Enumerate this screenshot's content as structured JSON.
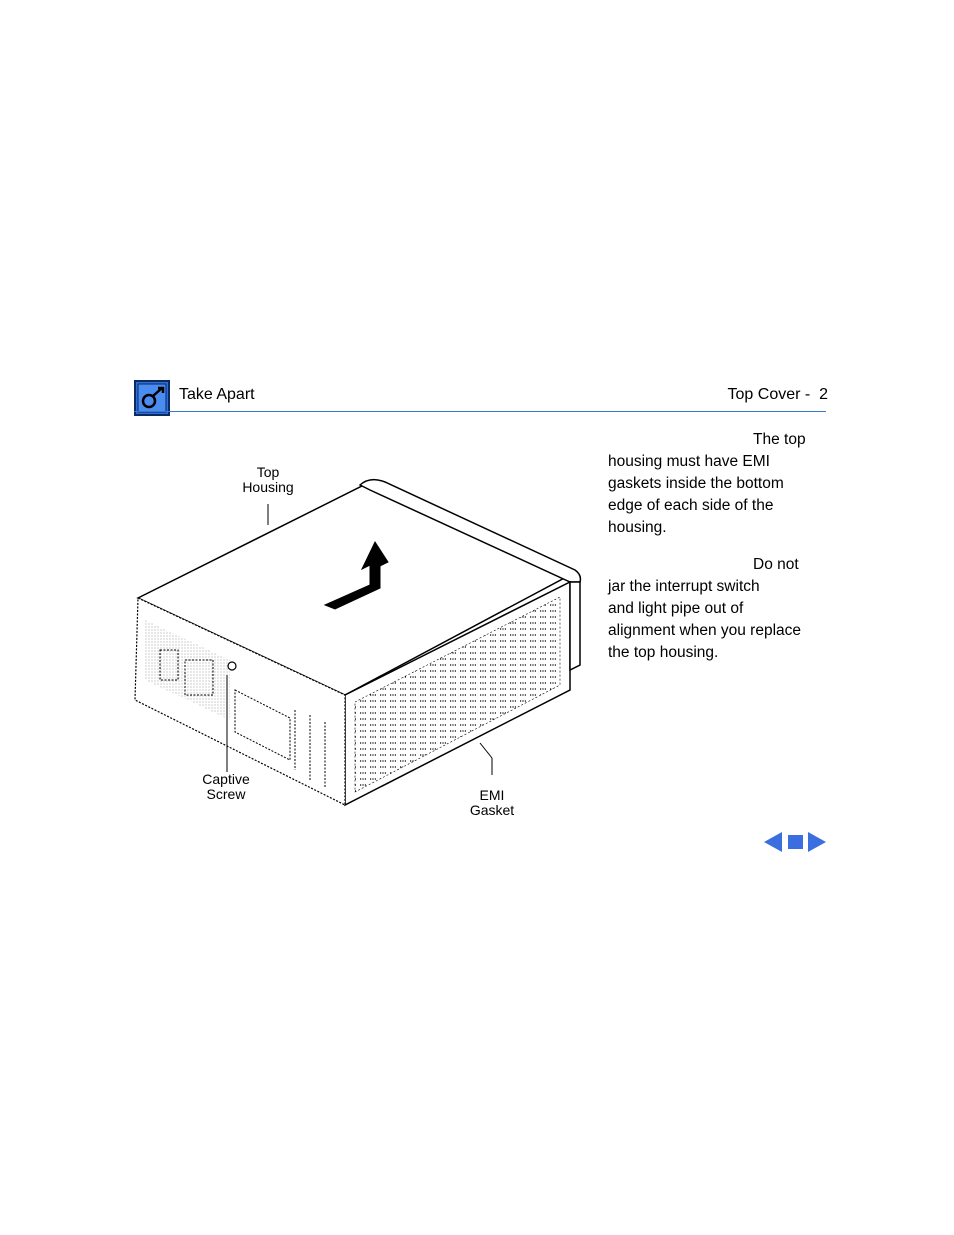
{
  "header": {
    "section_title": "Take Apart",
    "page_title": "Top Cover -  2",
    "icon": "wrench-tool-icon",
    "accent_color": "#3a78c8"
  },
  "body_text": {
    "paragraph_1": [
      "The top",
      "housing must have EMI",
      "gaskets inside the bottom",
      "edge of each side of the",
      "housing."
    ],
    "paragraph_2": [
      "Do not",
      "jar the interrupt switch",
      "and light pipe out of",
      "alignment when you replace",
      "the top housing."
    ]
  },
  "illustration": {
    "callouts": {
      "top_housing": [
        "Top",
        "Housing"
      ],
      "captive_screw": [
        "Captive",
        "Screw"
      ],
      "emi_gasket": [
        "EMI",
        "Gasket"
      ]
    }
  },
  "navigation": {
    "previous_icon": "left-arrow-icon",
    "menu_icon": "square-stop-icon",
    "next_icon": "right-arrow-icon",
    "color": "#3b6fe0"
  }
}
